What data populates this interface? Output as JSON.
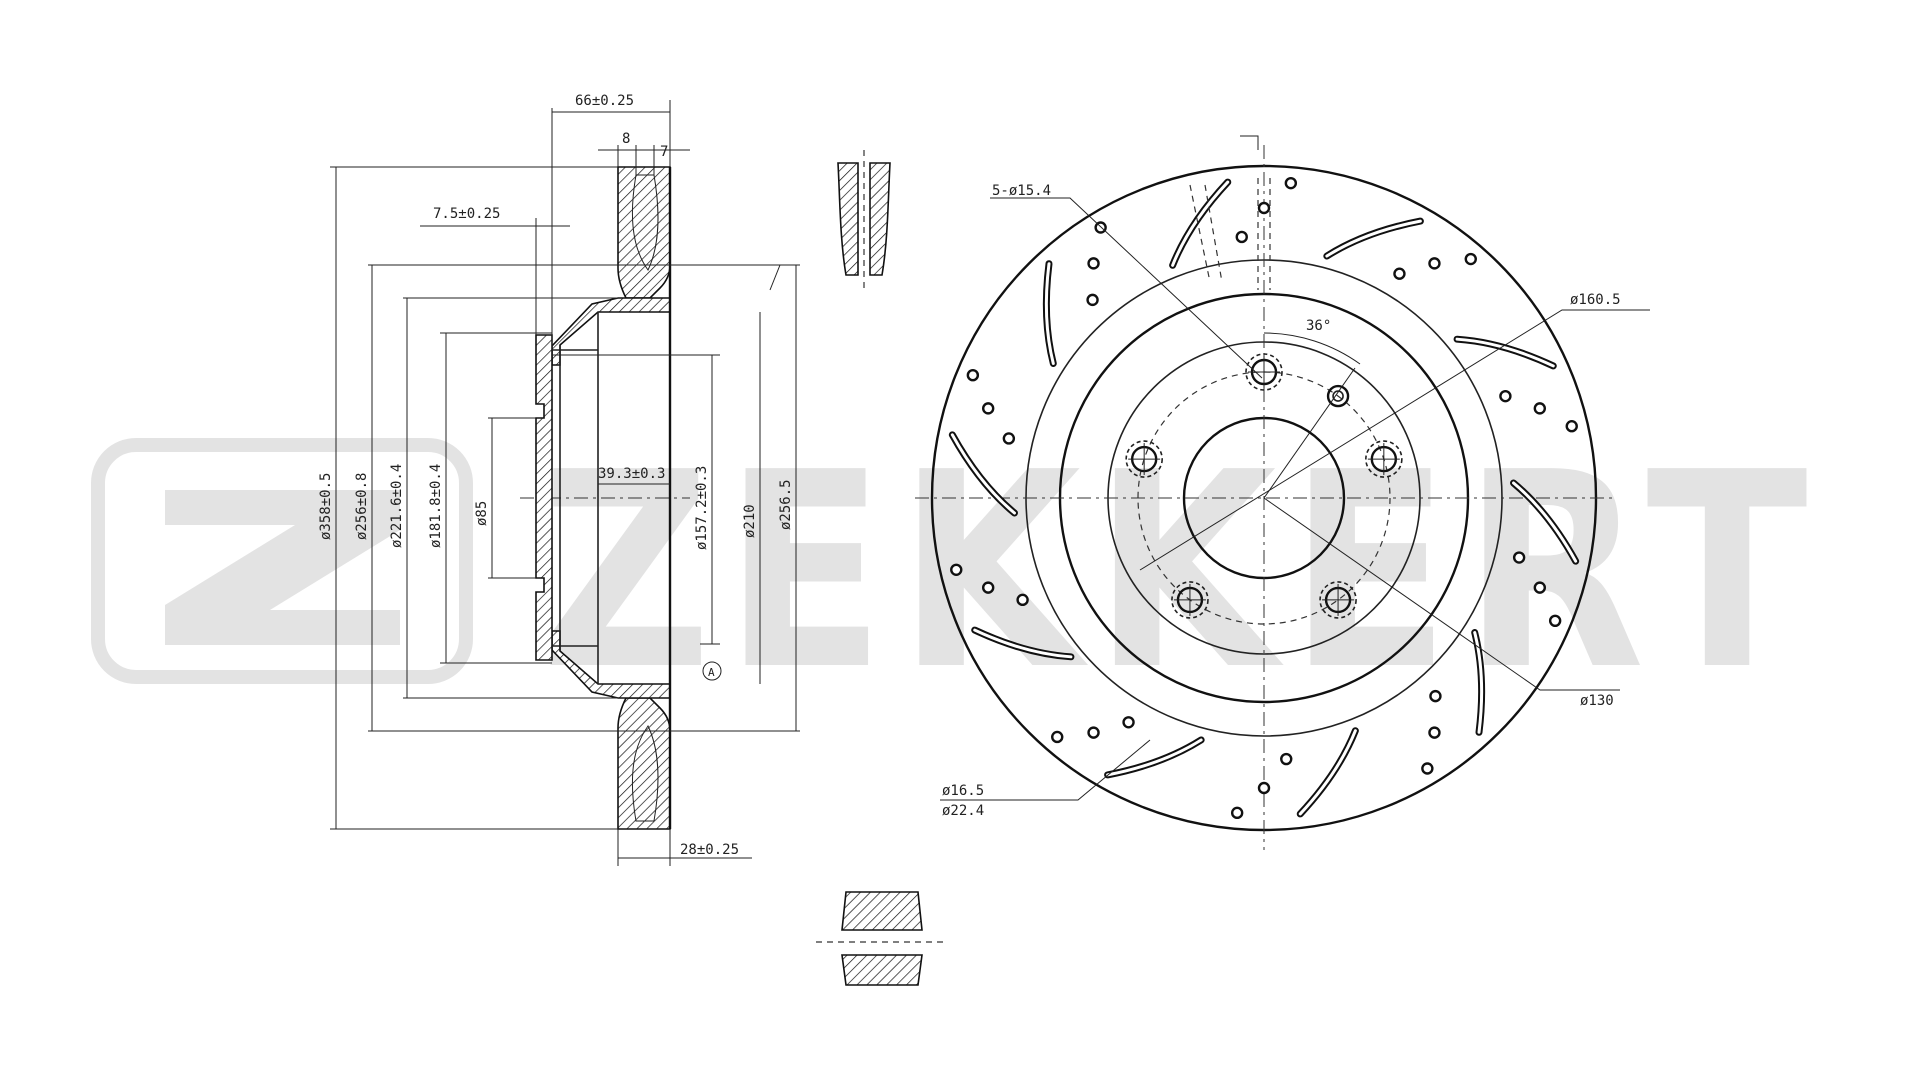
{
  "brand": {
    "watermark": "ZEKKERT"
  },
  "side_view": {
    "dims": {
      "overall_width": "66±0.25",
      "vane_a": "8",
      "vane_b": "7",
      "hat_offset": "7.5±0.25",
      "thickness": "28±0.25",
      "d_outer": "ø358±0.5",
      "d_256_8": "ø256±0.8",
      "d_221": "ø221.6±0.4",
      "d_181": "ø181.8±0.4",
      "d_85": "ø85",
      "hub_depth": "39.3±0.3",
      "d_157": "ø157.2±0.3",
      "d_210": "ø210",
      "d_256_5": "ø256.5",
      "datum": "A"
    }
  },
  "front_view": {
    "dims": {
      "bolt_holes": "5-ø15.4",
      "d_160": "ø160.5",
      "angle": "36°",
      "d_130": "ø130",
      "d_16_5": "ø16.5",
      "d_22_4": "ø22.4"
    }
  },
  "colors": {
    "line": "#222222",
    "watermark": "#e3e3e3"
  }
}
